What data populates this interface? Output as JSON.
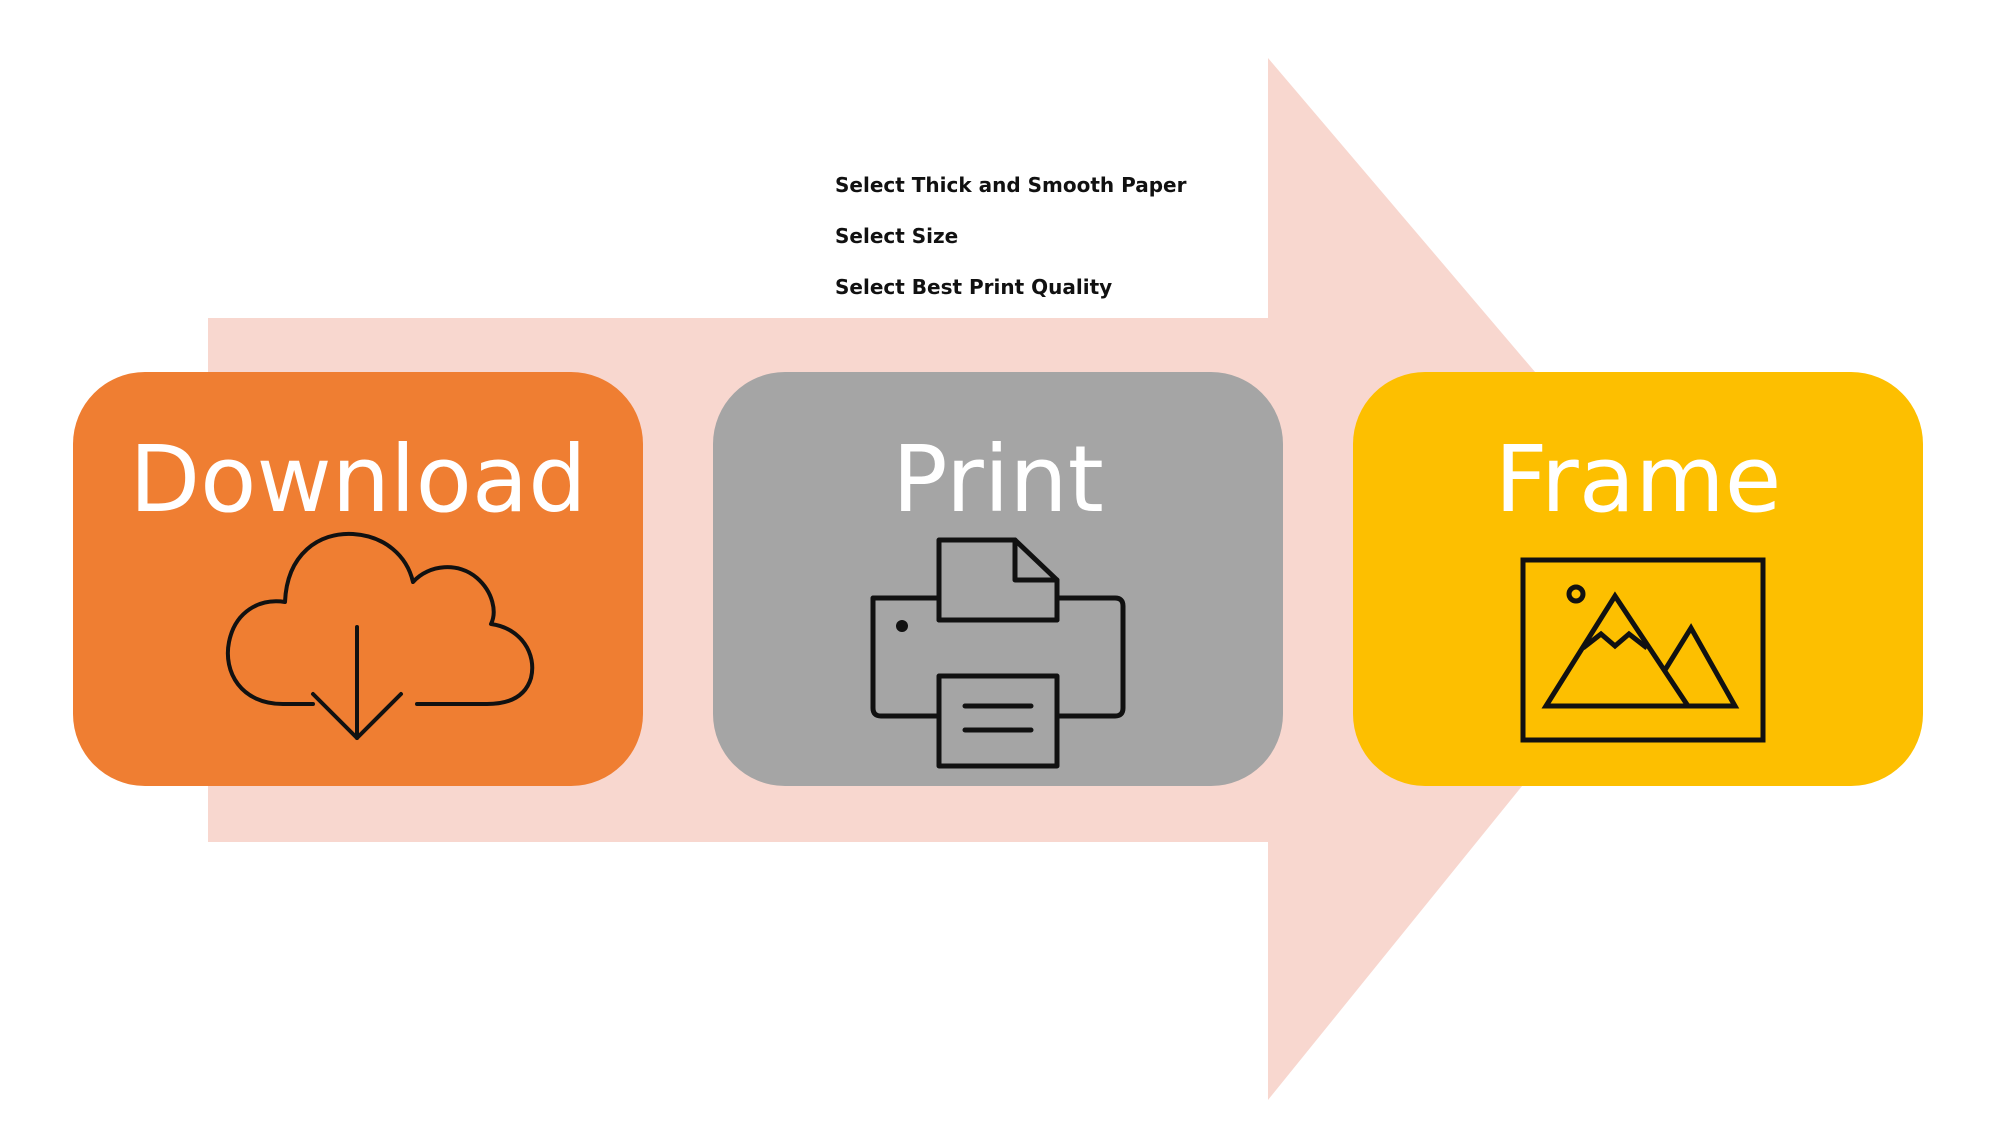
{
  "colors": {
    "arrow": "#f8d7cf",
    "download": "#ef7e32",
    "print": "#a5a5a5",
    "frame": "#fdbf00",
    "text_light": "#ffffff",
    "icon_stroke": "#111111"
  },
  "notes": [
    "Select Thick and Smooth Paper",
    "Select Size",
    "Select Best Print Quality"
  ],
  "steps": [
    {
      "title": "Download",
      "icon": "cloud-download-icon"
    },
    {
      "title": "Print",
      "icon": "printer-icon"
    },
    {
      "title": "Frame",
      "icon": "picture-frame-icon"
    }
  ]
}
